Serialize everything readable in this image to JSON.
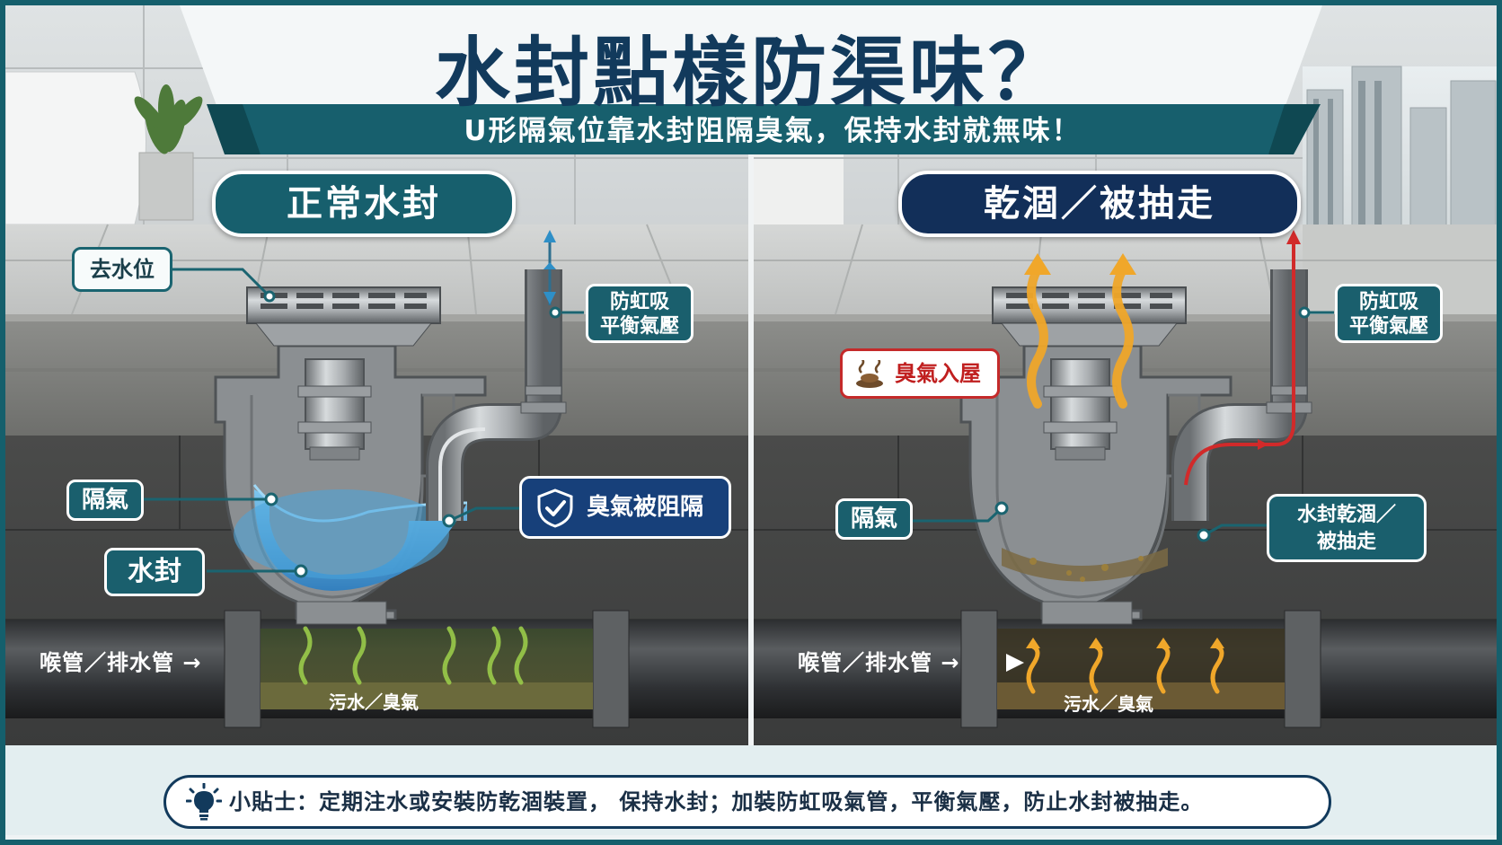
{
  "title": "水封點樣防渠味？",
  "subtitle": "U形隔氣位靠水封阻隔臭氣，保持水封就無味！",
  "left_panel": {
    "heading": "正常水封",
    "labels": {
      "drain": "去水位",
      "vent_line1": "防虹吸",
      "vent_line2": "平衡氣壓",
      "trap": "隔氣",
      "seal": "水封",
      "blocked": "臭氣被阻隔",
      "pipe": "喉管／排水管 →",
      "sewage": "污水／臭氣"
    }
  },
  "right_panel": {
    "heading": "乾涸／被抽走",
    "labels": {
      "odor_in": "臭氣入屋",
      "vent_line1": "防虹吸",
      "vent_line2": "平衡氣壓",
      "trap": "隔氣",
      "dry_line1": "水封乾涸／",
      "dry_line2": "被抽走",
      "pipe": "喉管／排水管 →",
      "sewage": "污水／臭氣"
    }
  },
  "tip": "小貼士：定期注水或安裝防乾涸裝置， 保持水封；加裝防虹吸氣管，平衡氣壓，防止水封被抽走。",
  "colors": {
    "teal": "#175f6d",
    "navy": "#122f59",
    "water": "#3f9fd8",
    "odor": "#f0a72a",
    "vent_arrow": "#d12a2a"
  },
  "icons": {
    "shield": "shield-check-icon",
    "odor": "odor-swirl-icon",
    "bulb": "lightbulb-icon"
  }
}
